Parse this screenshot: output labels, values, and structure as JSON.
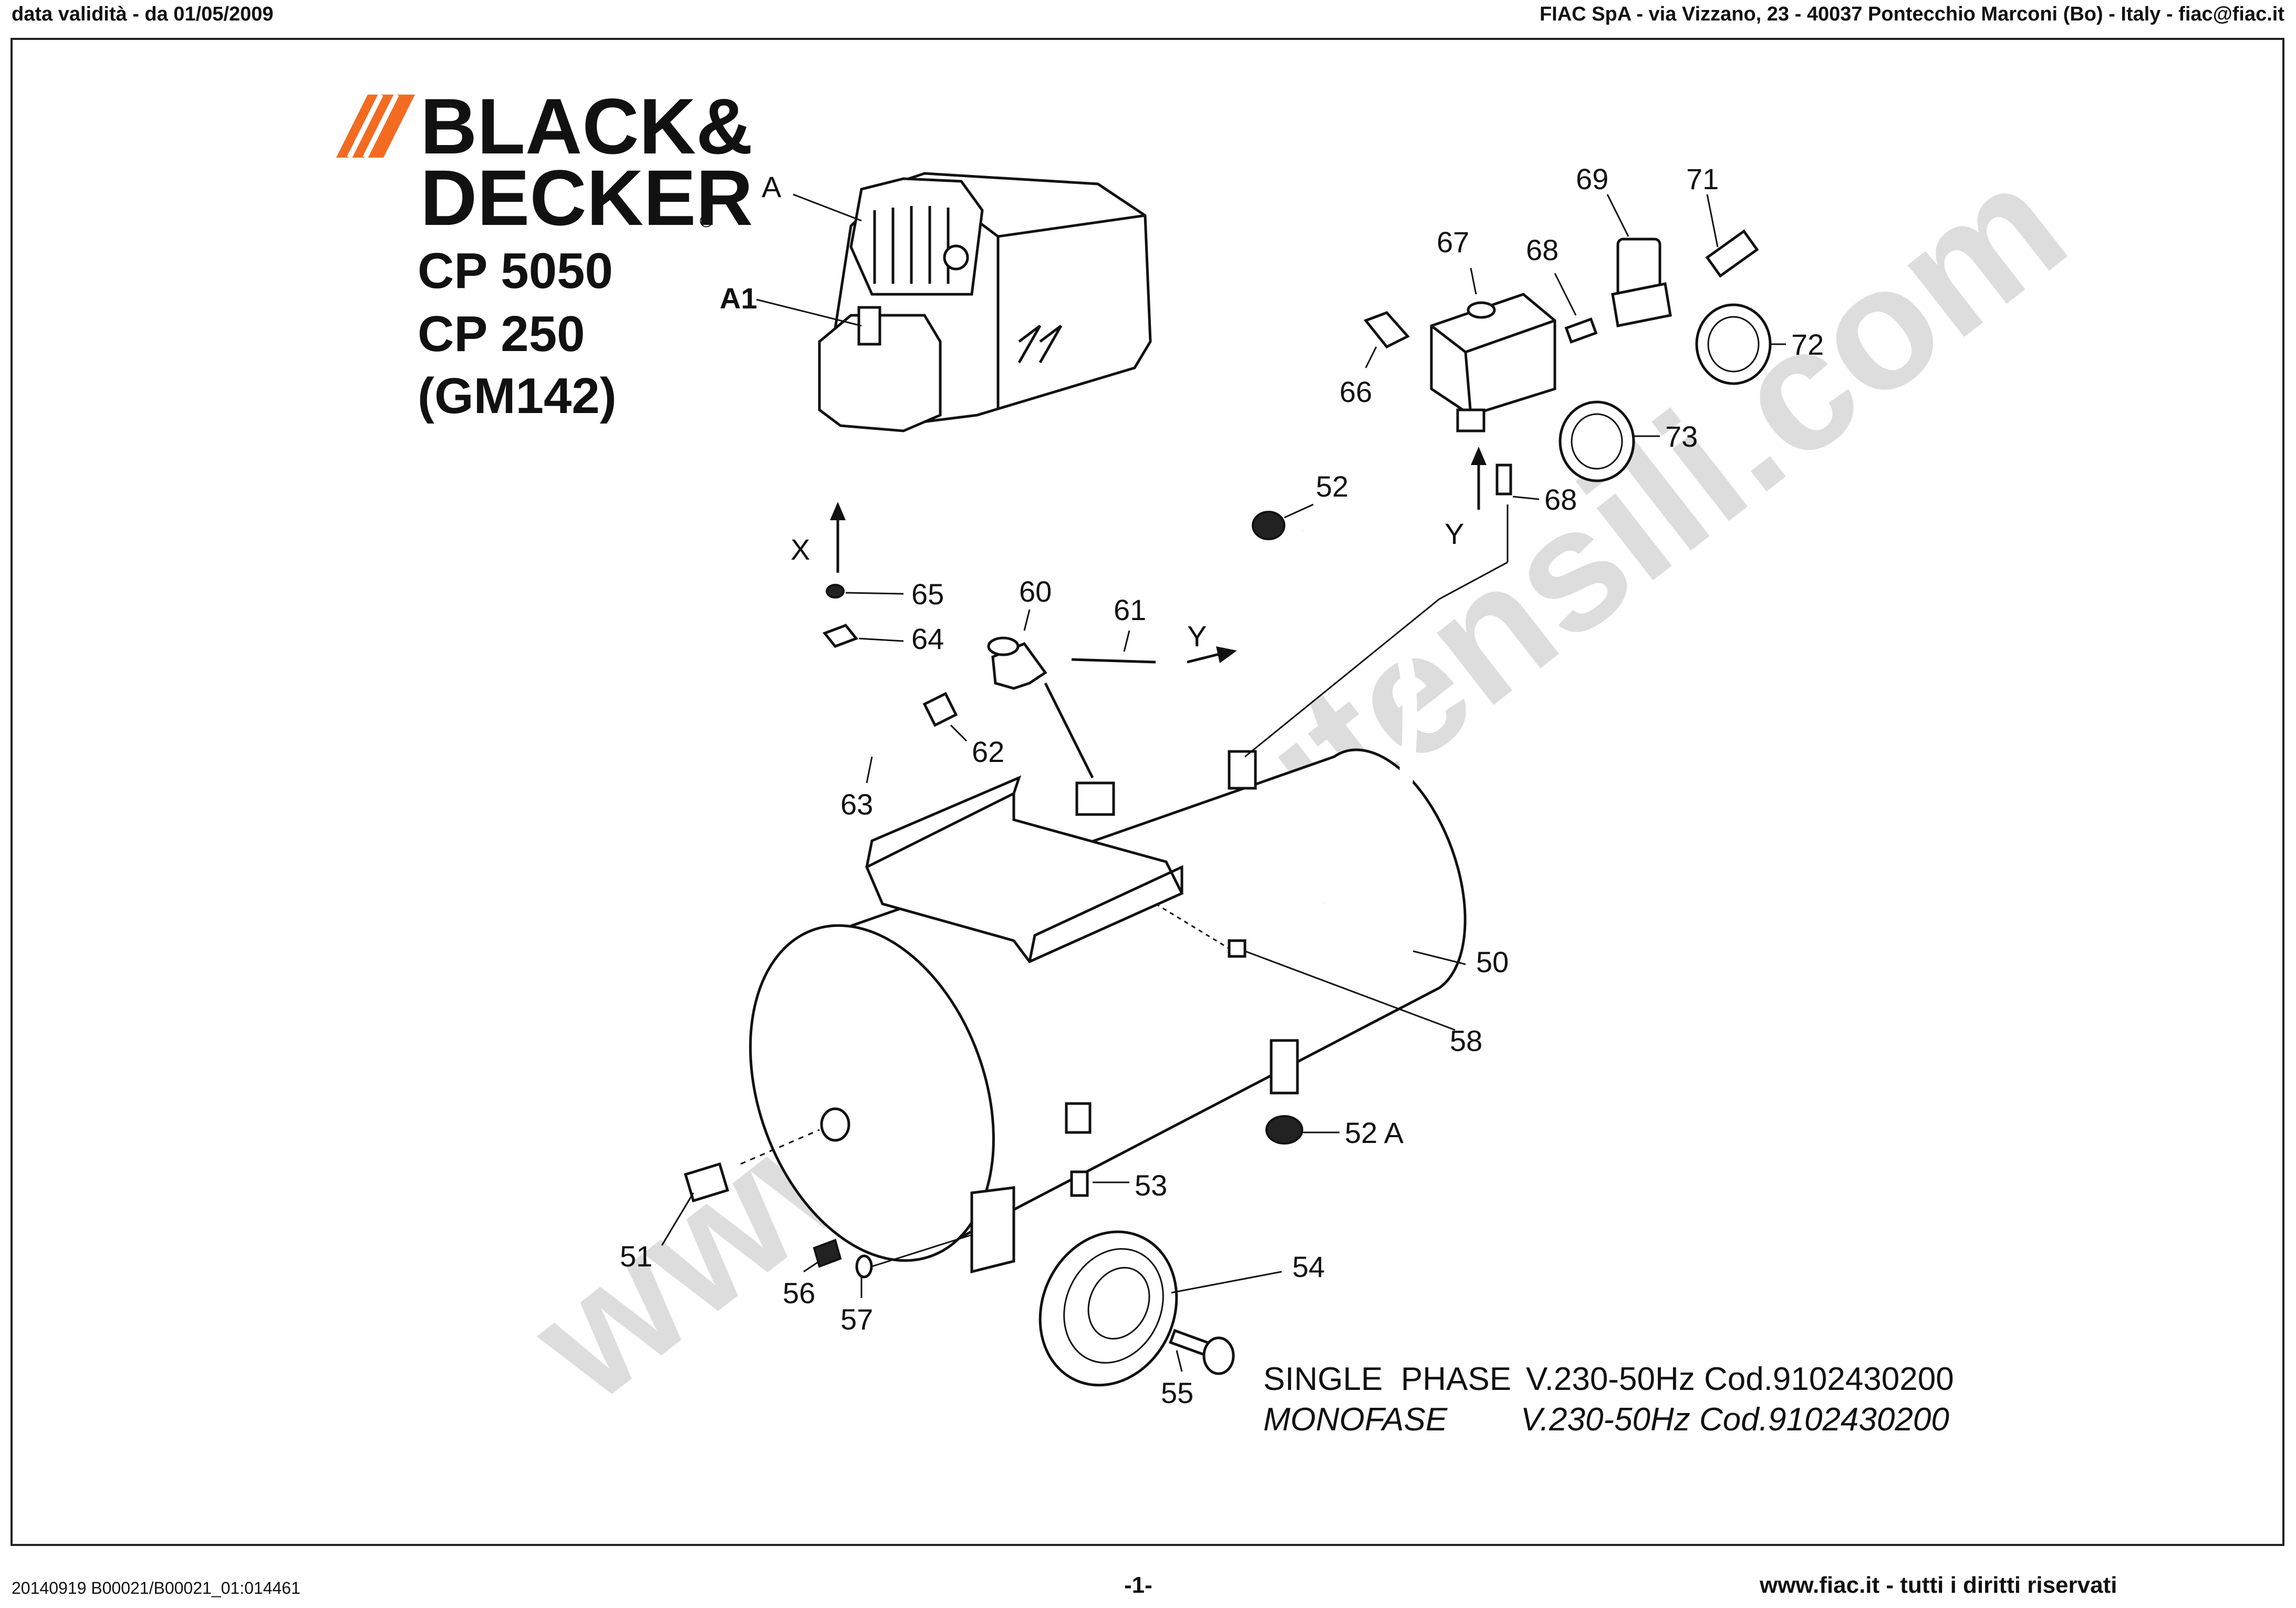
{
  "header": {
    "validity": "data validità - da 01/05/2009",
    "company": "FIAC SpA - via Vizzano, 23 - 40037 Pontecchio Marconi (Bo) - Italy - fiac@fiac.it"
  },
  "brand": {
    "line1": "BLACK&",
    "line2": "DECKER",
    "registered": "®"
  },
  "models": [
    "CP 5050",
    "CP 250",
    "(GM142)"
  ],
  "parts": {
    "A": "A",
    "A1": "A1",
    "p50": "50",
    "p51": "51",
    "p52": "52",
    "p52A": "52 A",
    "p53": "53",
    "p54": "54",
    "p55": "55",
    "p56": "56",
    "p57": "57",
    "p58": "58",
    "p60": "60",
    "p61": "61",
    "p62": "62",
    "p63": "63",
    "p64": "64",
    "p65": "65",
    "p66": "66",
    "p67": "67",
    "p68a": "68",
    "p68b": "68",
    "p69": "69",
    "p71": "71",
    "p72": "72",
    "p73": "73"
  },
  "arrows": {
    "x": "X",
    "y_right": "Y",
    "y_up": "Y"
  },
  "specs": {
    "en_label": "SINGLE  PHASE",
    "en_value": "V.230-50Hz Cod.9102430200",
    "it_label": "MONOFASE",
    "it_value": "V.230-50Hz Cod.9102430200"
  },
  "watermark": "www.bricoutensili.com",
  "footer": {
    "code": "20140919 B00021/B00021_01:014461",
    "page": "-1-",
    "site": "www.fiac.it - tutti i diritti riservati"
  }
}
